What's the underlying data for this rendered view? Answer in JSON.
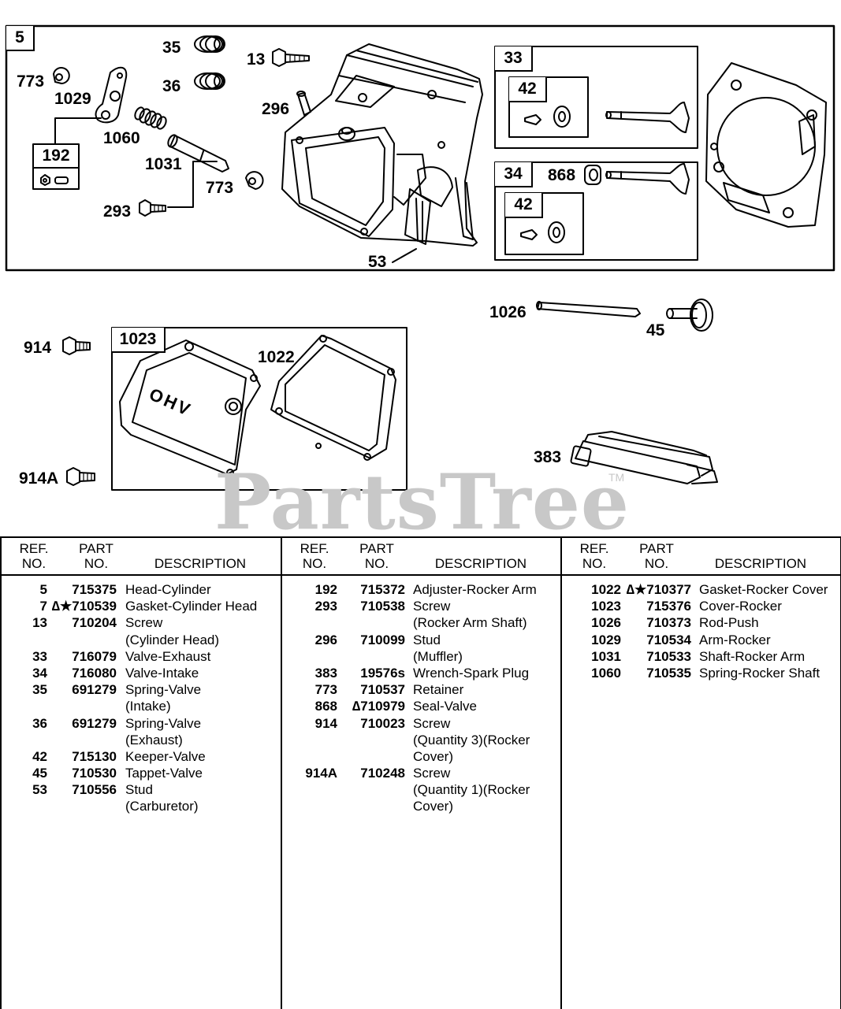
{
  "watermark": "PartsTree",
  "trademark": "TM",
  "diagram": {
    "box_labels": {
      "head": "5",
      "valve_exhaust": "33",
      "keeper_exhaust": "42",
      "valve_intake": "34",
      "keeper_intake": "42",
      "adjuster": "192",
      "cover": "1023"
    },
    "callouts": {
      "c35": "35",
      "c36": "36",
      "c13": "13",
      "c773a": "773",
      "c1029": "1029",
      "c296": "296",
      "c1060": "1060",
      "c1031": "1031",
      "c773b": "773",
      "c293": "293",
      "c53": "53",
      "c868": "868",
      "c1026": "1026",
      "c45": "45",
      "c914": "914",
      "c1022": "1022",
      "c383": "383",
      "c914a": "914A",
      "ohv": "OHV"
    }
  },
  "table": {
    "headers": {
      "ref": [
        "REF.",
        "NO."
      ],
      "part": [
        "PART",
        "NO."
      ],
      "desc": "DESCRIPTION"
    },
    "columns": [
      [
        {
          "ref": "5",
          "part": "715375",
          "desc": "Head-Cylinder"
        },
        {
          "ref": "7",
          "part": "∆★710539",
          "desc": "Gasket-Cylinder Head"
        },
        {
          "ref": "13",
          "part": "710204",
          "desc": "Screw"
        },
        {
          "ref": "",
          "part": "",
          "desc": "(Cylinder Head)"
        },
        {
          "ref": "33",
          "part": "716079",
          "desc": "Valve-Exhaust"
        },
        {
          "ref": "34",
          "part": "716080",
          "desc": "Valve-Intake"
        },
        {
          "ref": "35",
          "part": "691279",
          "desc": "Spring-Valve"
        },
        {
          "ref": "",
          "part": "",
          "desc": "(Intake)"
        },
        {
          "ref": "36",
          "part": "691279",
          "desc": "Spring-Valve"
        },
        {
          "ref": "",
          "part": "",
          "desc": "(Exhaust)"
        },
        {
          "ref": "42",
          "part": "715130",
          "desc": "Keeper-Valve"
        },
        {
          "ref": "45",
          "part": "710530",
          "desc": "Tappet-Valve"
        },
        {
          "ref": "53",
          "part": "710556",
          "desc": "Stud"
        },
        {
          "ref": "",
          "part": "",
          "desc": "(Carburetor)"
        }
      ],
      [
        {
          "ref": "192",
          "part": "715372",
          "desc": "Adjuster-Rocker Arm"
        },
        {
          "ref": "293",
          "part": "710538",
          "desc": "Screw"
        },
        {
          "ref": "",
          "part": "",
          "desc": "(Rocker Arm Shaft)"
        },
        {
          "ref": "296",
          "part": "710099",
          "desc": "Stud"
        },
        {
          "ref": "",
          "part": "",
          "desc": "(Muffler)"
        },
        {
          "ref": "383",
          "part": "19576s",
          "desc": "Wrench-Spark Plug"
        },
        {
          "ref": "773",
          "part": "710537",
          "desc": "Retainer"
        },
        {
          "ref": "868",
          "part": "∆710979",
          "desc": "Seal-Valve"
        },
        {
          "ref": "914",
          "part": "710023",
          "desc": "Screw"
        },
        {
          "ref": "",
          "part": "",
          "desc": "(Quantity 3)(Rocker"
        },
        {
          "ref": "",
          "part": "",
          "desc": "Cover)"
        },
        {
          "ref": "914A",
          "part": "710248",
          "desc": "Screw"
        },
        {
          "ref": "",
          "part": "",
          "desc": "(Quantity 1)(Rocker"
        },
        {
          "ref": "",
          "part": "",
          "desc": "Cover)"
        }
      ],
      [
        {
          "ref": "1022",
          "part": "∆★710377",
          "desc": "Gasket-Rocker Cover"
        },
        {
          "ref": "1023",
          "part": "715376",
          "desc": "Cover-Rocker"
        },
        {
          "ref": "1026",
          "part": "710373",
          "desc": "Rod-Push"
        },
        {
          "ref": "1029",
          "part": "710534",
          "desc": "Arm-Rocker"
        },
        {
          "ref": "1031",
          "part": "710533",
          "desc": "Shaft-Rocker Arm"
        },
        {
          "ref": "1060",
          "part": "710535",
          "desc": "Spring-Rocker Shaft"
        }
      ]
    ]
  }
}
